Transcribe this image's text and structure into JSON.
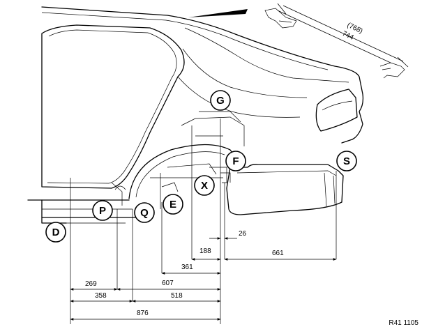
{
  "callouts": {
    "g": "G",
    "f": "F",
    "s": "S",
    "x": "X",
    "e": "E",
    "p": "P",
    "q": "Q",
    "d": "D"
  },
  "dimensions": {
    "detail_outer": "(768)",
    "detail_inner": "744",
    "d26": "26",
    "d188": "188",
    "d661": "661",
    "d361": "361",
    "d607": "607",
    "d269": "269",
    "d358": "358",
    "d518": "518",
    "d876": "876"
  },
  "reference_code": "R41 1105"
}
